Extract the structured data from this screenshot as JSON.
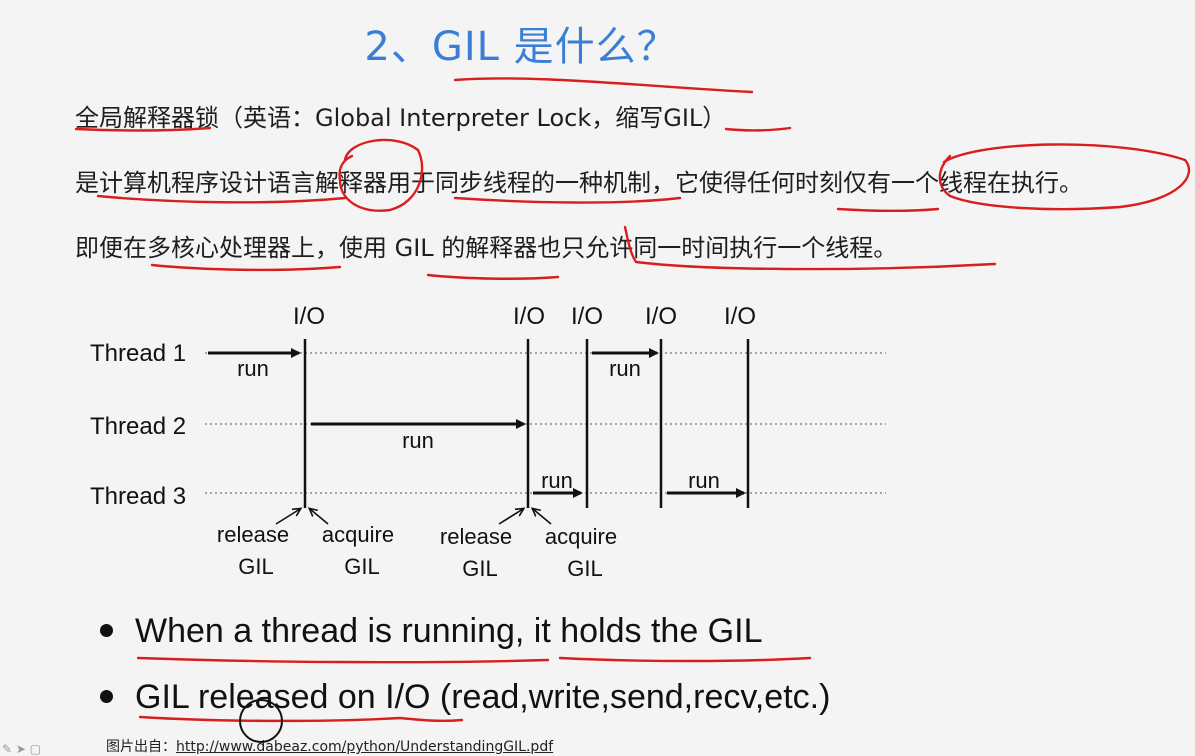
{
  "slide": {
    "title": "2、GIL 是什么？",
    "para1": "全局解释器锁（英语：Global Interpreter Lock，缩写GIL）",
    "para2": "是计算机程序设计语言解释器用于同步线程的一种机制，它使得任何时刻仅有一个线程在执行。",
    "para3": "即便在多核心处理器上，使用 GIL 的解释器也只允许同一时间执行一个线程。"
  },
  "diagram": {
    "io_labels": [
      "I/O",
      "I/O",
      "I/O",
      "I/O",
      "I/O"
    ],
    "threads": [
      "Thread 1",
      "Thread 2",
      "Thread 3"
    ],
    "run_labels": [
      "run",
      "run",
      "run",
      "run",
      "run"
    ],
    "release": [
      "release",
      "GIL"
    ],
    "acquire": [
      "acquire",
      "GIL"
    ]
  },
  "bullets": [
    "When a thread is running, it holds the GIL",
    "GIL released on I/O (read,write,send,recv,etc.)"
  ],
  "source": {
    "prefix": "图片出自：",
    "url": "http://www.dabeaz.com/python/UnderstandingGIL.pdf"
  },
  "colors": {
    "title": "#3a7fd5",
    "annotation": "#d81e1e",
    "background": "#f4f4f4"
  }
}
